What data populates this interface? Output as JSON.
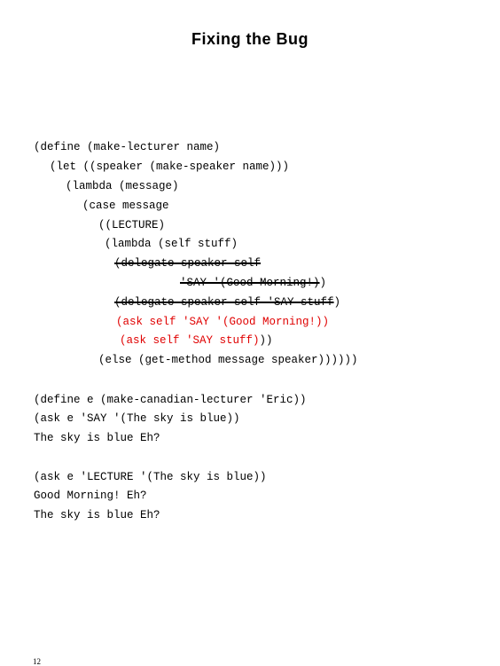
{
  "slide": {
    "title": "Fixing the Bug",
    "page_number": "12",
    "colors": {
      "highlight": "#e00000",
      "text": "#000000"
    }
  },
  "code": {
    "define_lecturer": "(define (make-lecturer name)",
    "let_speaker": "(let ((speaker (make-speaker name)))",
    "lambda_message": "(lambda (message)",
    "case_message": "(case message",
    "lecture_case": "((LECTURE)",
    "lambda_self_stuff": "(lambda (self stuff)",
    "delegate_1": "(delegate speaker self",
    "delegate_1_args": "'SAY '(Good Morning!)",
    "delegate_1_close": ")",
    "delegate_2": "(delegate speaker self 'SAY stuff",
    "delegate_2_close": ")",
    "ask_good_morning": "(ask self 'SAY '(Good Morning!))",
    "ask_stuff": "(ask self 'SAY stuff)",
    "ask_stuff_close": "))",
    "else_clause": "(else (get-method message speaker))))))",
    "define_e": "(define e (make-canadian-lecturer 'Eric))",
    "ask_e_say": "(ask e 'SAY '(The sky is blue))",
    "output_1": "The sky is blue Eh?",
    "ask_e_lecture": "(ask e 'LECTURE '(The sky is blue))",
    "output_2": "Good Morning! Eh?",
    "output_3": "The sky is blue Eh?"
  }
}
